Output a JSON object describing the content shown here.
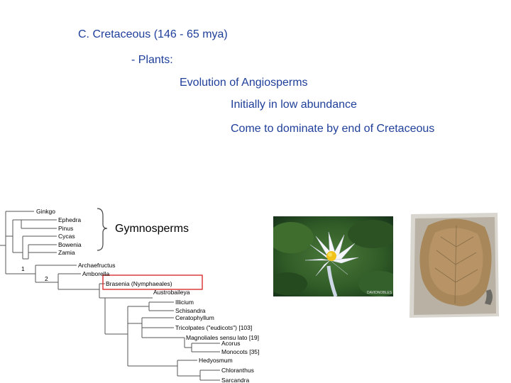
{
  "slide": {
    "title": "C. Cretaceous (146 - 65 mya)",
    "lines": [
      "- Plants:",
      "Evolution of Angiosperms",
      "Initially in low abundance",
      "Come to dominate by end of Cretaceous"
    ],
    "brace_label": "Gymnosperms"
  },
  "tree": {
    "taxa": [
      "Ginkgo",
      "Ephedra",
      "Pinus",
      "Cycas",
      "Bowenia",
      "Zamia",
      "Archaefructus",
      "Amborella",
      "Brasenia (Nymphaeales)",
      "Austrobaileya",
      "Illicium",
      "Schisandra",
      "Ceratophyllum",
      "Tricolpates (\"eudicots\") [103]",
      "Magnoliales sensu lato [19]",
      "Acorus",
      "Monocots [35]",
      "Hedyosmum",
      "Chloranthus",
      "Sarcandra"
    ],
    "node_labels": [
      "1",
      "2"
    ],
    "highlight_color": "#d62020"
  },
  "photos": {
    "lily_caption": "DAVIDNOBLES"
  }
}
